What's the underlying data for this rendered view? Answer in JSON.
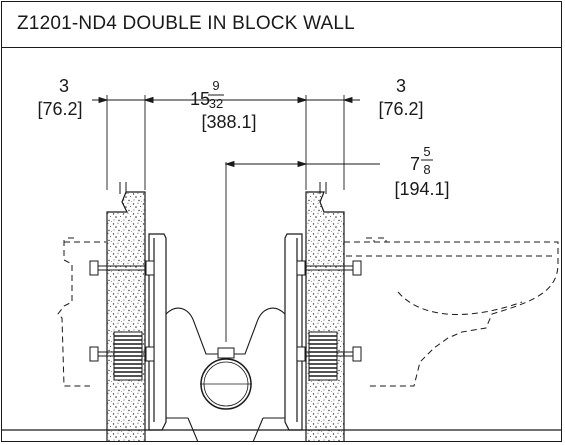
{
  "title": "Z1201-ND4 DOUBLE IN BLOCK WALL",
  "dimensions": {
    "left_wall": {
      "imperial": "3",
      "metric": "[76.2]"
    },
    "wall_gap": {
      "whole": "15",
      "num": "9",
      "den": "32",
      "metric": "[388.1]"
    },
    "right_wall": {
      "imperial": "3",
      "metric": "[76.2]"
    },
    "outlet_offset": {
      "whole": "7",
      "num": "5",
      "den": "8",
      "metric": "[194.1]"
    }
  }
}
